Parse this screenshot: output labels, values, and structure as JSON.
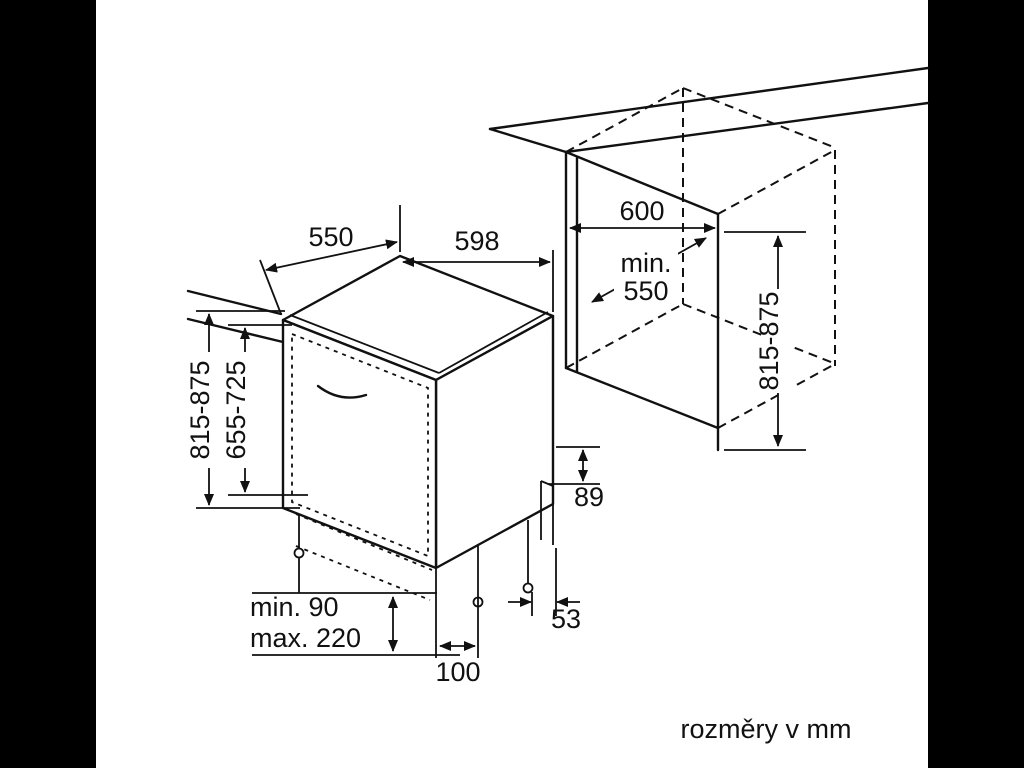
{
  "diagram": {
    "caption": "rozměry v mm",
    "colors": {
      "background": "#000000",
      "canvas": "#ffffff",
      "line": "#111111"
    },
    "labels": {
      "depth": "550",
      "width": "598",
      "niche_width": "600",
      "niche_depth_l1": "min.",
      "niche_depth_l2": "550",
      "height": "815-875",
      "door_panel_height": "655-725",
      "niche_height": "815-875",
      "rear_base_height": "89",
      "rear_base_inset": "53",
      "plinth_min": "min. 90",
      "plinth_max": "max. 220",
      "front_foot_offset": "100"
    }
  }
}
